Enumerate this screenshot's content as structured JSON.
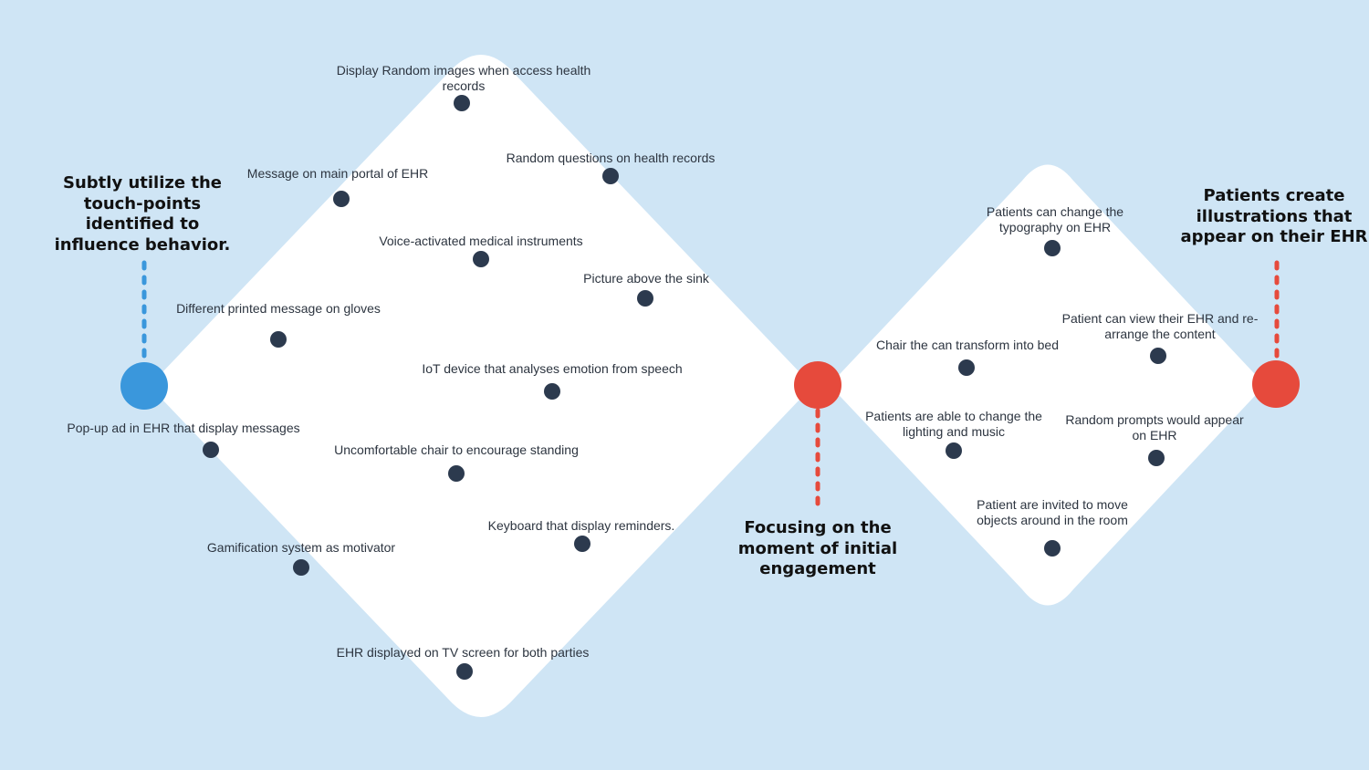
{
  "colors": {
    "background": "#cfe5f5",
    "diamond": "#ffffff",
    "idea_dot": "#2c3a4e",
    "start_blue": "#3a97dc",
    "red": "#e64a3c"
  },
  "headings": {
    "start": "Subtly utilize the touch-points identified to influence behavior.",
    "middle": "Focusing on the moment of initial engagement",
    "end": "Patients create illustrations that appear on  their EHR"
  },
  "diamond_1": {
    "ideas": [
      "Display Random images when access health records",
      "Message on main portal of EHR",
      "Random questions on health records",
      "Voice-activated medical instruments",
      "Picture above the sink",
      "Different printed message on gloves",
      "IoT device that analyses emotion from speech",
      "Pop-up ad in EHR that display messages",
      "Uncomfortable chair to encourage standing",
      "Keyboard that display reminders.",
      "Gamification system as motivator",
      "EHR displayed on TV screen for both parties"
    ]
  },
  "diamond_2": {
    "ideas": [
      "Patients can change the typography on EHR",
      "Patient can view their EHR and re-arrange the content",
      "Chair the can transform into bed",
      "Patients are able to change the lighting and music",
      "Random prompts would appear on EHR",
      "Patient are invited to move objects around in the room"
    ]
  }
}
